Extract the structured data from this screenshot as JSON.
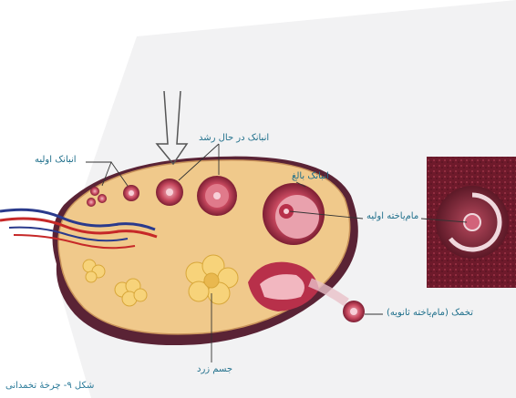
{
  "labels": {
    "primary_follicle": "انبانک اولیه",
    "growing_follicle": "انبانک در حال رشد",
    "mature_follicle": "انبانک بالغ",
    "primary_oocyte": "مام‌یاخته اولیه",
    "ovum": "تخمک (مام‌یاخته ثانویه)",
    "corpus_luteum": "جسم زرد",
    "caption": "شکل ۹- چرخهٔ تخمدانی"
  },
  "colors": {
    "ovary_fill": "#f0c98b",
    "ovary_rim": "#6b2a3a",
    "follicle": "#c0384f",
    "corpus_luteum": "#f7d37a",
    "label_text": "#1f6f8b",
    "micrograph": "#7a1f2e"
  }
}
